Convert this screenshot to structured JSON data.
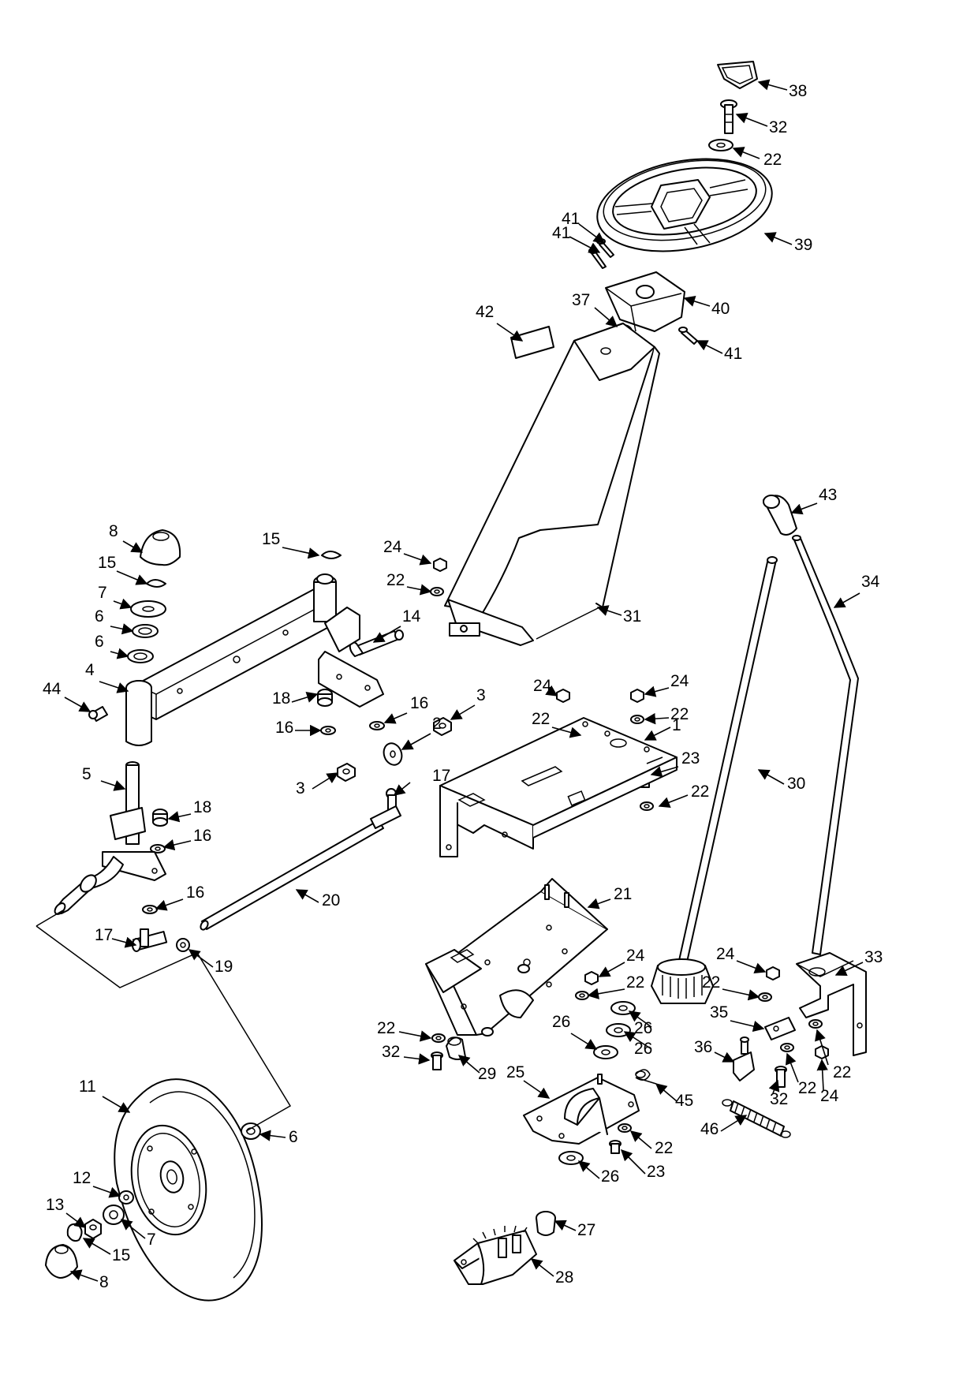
{
  "callouts": [
    {
      "label": "38",
      "name": "callout-38"
    },
    {
      "label": "32",
      "name": "callout-32-top"
    },
    {
      "label": "22",
      "name": "callout-22-top"
    },
    {
      "label": "39",
      "name": "callout-39"
    },
    {
      "label": "41",
      "name": "callout-41-a"
    },
    {
      "label": "41",
      "name": "callout-41-b"
    },
    {
      "label": "40",
      "name": "callout-40"
    },
    {
      "label": "42",
      "name": "callout-42"
    },
    {
      "label": "37",
      "name": "callout-37"
    },
    {
      "label": "41",
      "name": "callout-41-c"
    },
    {
      "label": "43",
      "name": "callout-43"
    },
    {
      "label": "34",
      "name": "callout-34"
    },
    {
      "label": "8",
      "name": "callout-8-top"
    },
    {
      "label": "15",
      "name": "callout-15-a"
    },
    {
      "label": "15",
      "name": "callout-15-b"
    },
    {
      "label": "7",
      "name": "callout-7-top"
    },
    {
      "label": "6",
      "name": "callout-6-a"
    },
    {
      "label": "6",
      "name": "callout-6-b"
    },
    {
      "label": "4",
      "name": "callout-4"
    },
    {
      "label": "44",
      "name": "callout-44"
    },
    {
      "label": "24",
      "name": "callout-24-a"
    },
    {
      "label": "22",
      "name": "callout-22-a"
    },
    {
      "label": "31",
      "name": "callout-31"
    },
    {
      "label": "14",
      "name": "callout-14"
    },
    {
      "label": "18",
      "name": "callout-18-a"
    },
    {
      "label": "16",
      "name": "callout-16-a"
    },
    {
      "label": "16",
      "name": "callout-16-b"
    },
    {
      "label": "3",
      "name": "callout-3-a"
    },
    {
      "label": "24",
      "name": "callout-24-b"
    },
    {
      "label": "24",
      "name": "callout-24-c"
    },
    {
      "label": "22",
      "name": "callout-22-b"
    },
    {
      "label": "22",
      "name": "callout-22-c"
    },
    {
      "label": "1",
      "name": "callout-1"
    },
    {
      "label": "2",
      "name": "callout-2"
    },
    {
      "label": "3",
      "name": "callout-3-b"
    },
    {
      "label": "23",
      "name": "callout-23-a"
    },
    {
      "label": "22",
      "name": "callout-22-d"
    },
    {
      "label": "30",
      "name": "callout-30"
    },
    {
      "label": "5",
      "name": "callout-5"
    },
    {
      "label": "18",
      "name": "callout-18-b"
    },
    {
      "label": "16",
      "name": "callout-16-c"
    },
    {
      "label": "17",
      "name": "callout-17-a"
    },
    {
      "label": "16",
      "name": "callout-16-d"
    },
    {
      "label": "20",
      "name": "callout-20"
    },
    {
      "label": "17",
      "name": "callout-17-b"
    },
    {
      "label": "19",
      "name": "callout-19"
    },
    {
      "label": "21",
      "name": "callout-21"
    },
    {
      "label": "24",
      "name": "callout-24-d"
    },
    {
      "label": "22",
      "name": "callout-22-e"
    },
    {
      "label": "24",
      "name": "callout-24-e"
    },
    {
      "label": "33",
      "name": "callout-33"
    },
    {
      "label": "22",
      "name": "callout-22-f"
    },
    {
      "label": "35",
      "name": "callout-35"
    },
    {
      "label": "22",
      "name": "callout-22-g"
    },
    {
      "label": "26",
      "name": "callout-26-a"
    },
    {
      "label": "26",
      "name": "callout-26-b"
    },
    {
      "label": "26",
      "name": "callout-26-c"
    },
    {
      "label": "32",
      "name": "callout-32-a"
    },
    {
      "label": "29",
      "name": "callout-29"
    },
    {
      "label": "25",
      "name": "callout-25"
    },
    {
      "label": "45",
      "name": "callout-45"
    },
    {
      "label": "36",
      "name": "callout-36"
    },
    {
      "label": "22",
      "name": "callout-22-h"
    },
    {
      "label": "32",
      "name": "callout-32-b"
    },
    {
      "label": "22",
      "name": "callout-22-i"
    },
    {
      "label": "24",
      "name": "callout-24-f"
    },
    {
      "label": "11",
      "name": "callout-11"
    },
    {
      "label": "6",
      "name": "callout-6-c"
    },
    {
      "label": "46",
      "name": "callout-46"
    },
    {
      "label": "22",
      "name": "callout-22-j"
    },
    {
      "label": "23",
      "name": "callout-23-b"
    },
    {
      "label": "26",
      "name": "callout-26-d"
    },
    {
      "label": "12",
      "name": "callout-12"
    },
    {
      "label": "13",
      "name": "callout-13"
    },
    {
      "label": "7",
      "name": "callout-7-b"
    },
    {
      "label": "15",
      "name": "callout-15-c"
    },
    {
      "label": "8",
      "name": "callout-8-b"
    },
    {
      "label": "27",
      "name": "callout-27"
    },
    {
      "label": "28",
      "name": "callout-28"
    }
  ]
}
